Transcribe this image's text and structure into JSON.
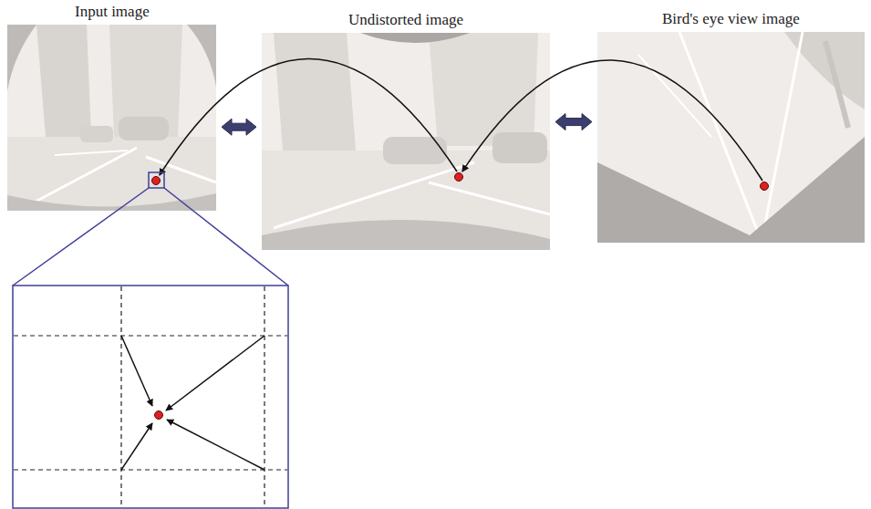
{
  "diagram": {
    "nodes": [
      {
        "text": [
          "Input image"
        ]
      },
      {
        "text": [
          "Undistorted image"
        ]
      },
      {
        "text": [
          "Bird's eye view image"
        ]
      }
    ],
    "edges": [
      {
        "from": 2,
        "to": 1,
        "arrow": "to"
      },
      {
        "from": 1,
        "to": 0,
        "arrow": "to"
      },
      {
        "from": 0,
        "to": 1,
        "arrow": "both"
      },
      {
        "from": 1,
        "to": 2,
        "arrow": "both"
      }
    ]
  }
}
